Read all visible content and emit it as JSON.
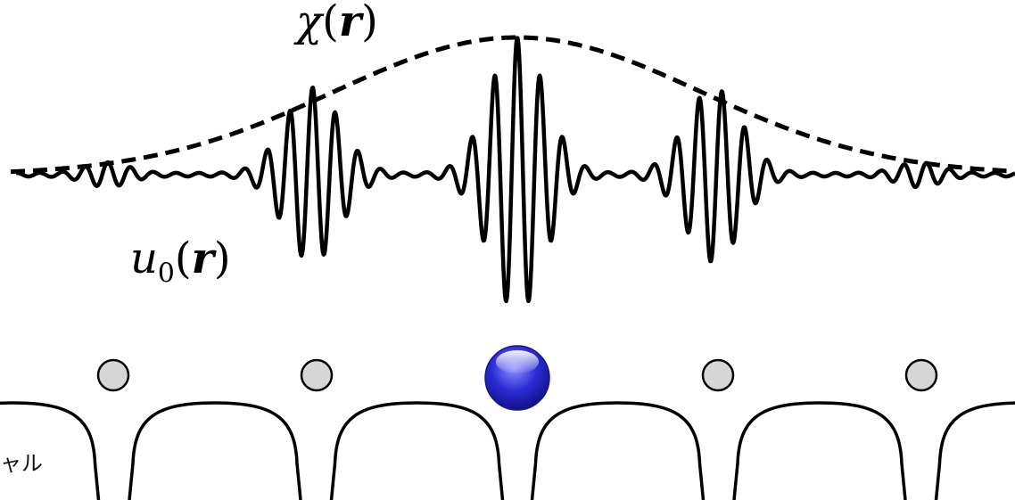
{
  "labels": {
    "envelope": "χ(r)",
    "envelope_symbol": "χ",
    "envelope_arg": "r",
    "wavefunction": "u0(r)",
    "wavefunction_symbol": "u",
    "wavefunction_subscript": "0",
    "wavefunction_arg": "r",
    "side_text_fragment": "ャル"
  },
  "lattice": {
    "site_count": 5,
    "occupied_site_index": 2,
    "colors": {
      "empty_atom_fill": "#d6d6d6",
      "occupied_atom_fill": "#2a2ad8",
      "line": "#000000"
    }
  }
}
